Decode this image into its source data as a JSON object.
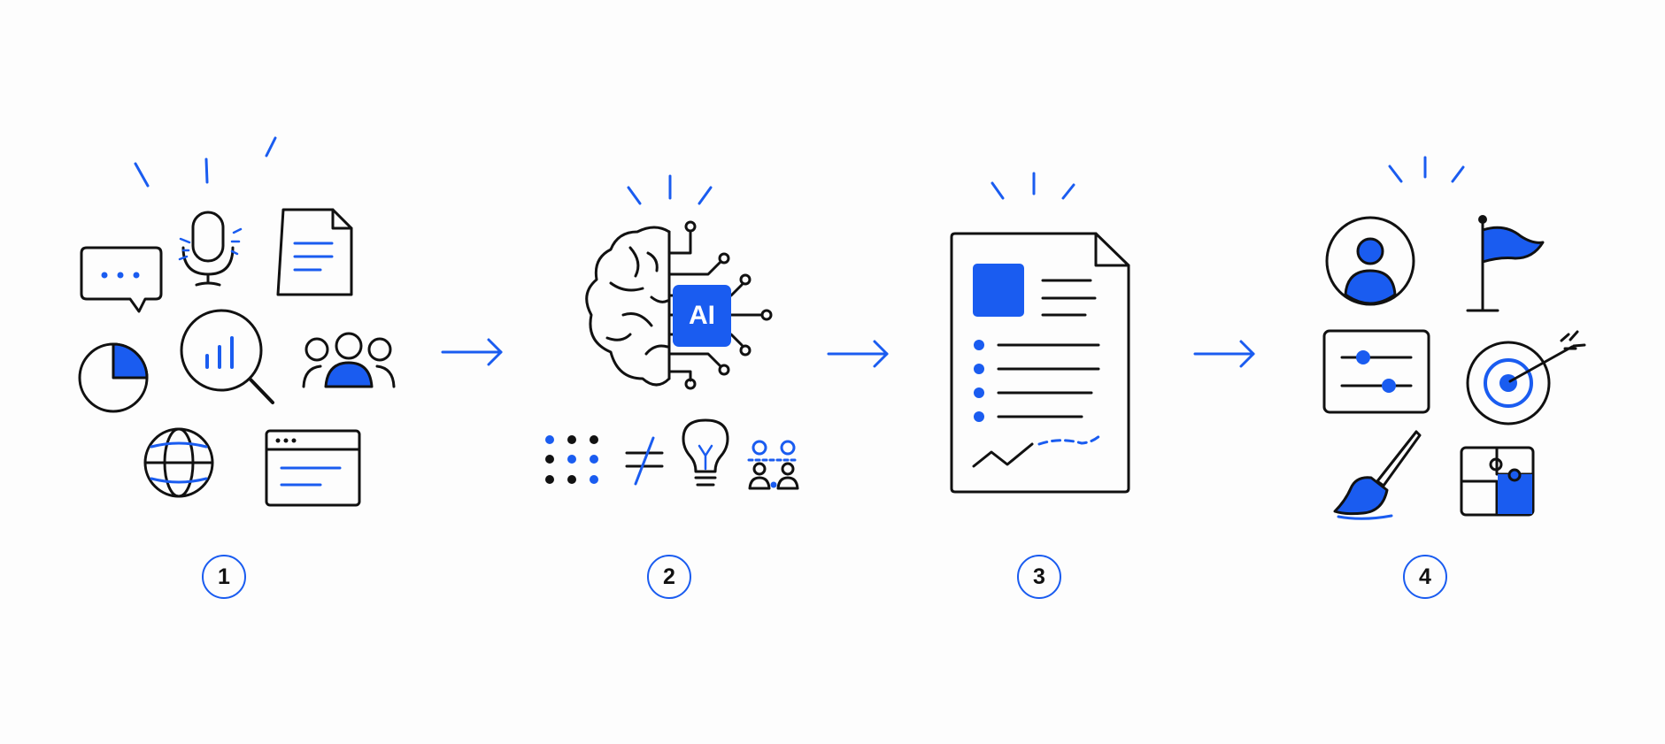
{
  "colors": {
    "accent": "#1a5cf0",
    "ink": "#111111",
    "background": "#fdfdfd"
  },
  "steps": [
    {
      "number": "1",
      "icons": [
        "chat-bubble-icon",
        "microphone-icon",
        "document-icon",
        "pie-chart-icon",
        "magnifier-bar-chart-icon",
        "people-group-icon",
        "globe-icon",
        "browser-window-icon"
      ]
    },
    {
      "number": "2",
      "ai_label": "AI",
      "icons": [
        "brain-circuit-icon",
        "dot-grid-icon",
        "not-equal-icon",
        "lightbulb-icon",
        "people-compare-icon"
      ]
    },
    {
      "number": "3",
      "icons": [
        "report-document-icon"
      ]
    },
    {
      "number": "4",
      "icons": [
        "user-avatar-icon",
        "flag-icon",
        "sliders-icon",
        "target-arrow-icon",
        "paintbrush-icon",
        "puzzle-icon"
      ]
    }
  ],
  "arrows": [
    "arrow-right-icon",
    "arrow-right-icon",
    "arrow-right-icon"
  ]
}
